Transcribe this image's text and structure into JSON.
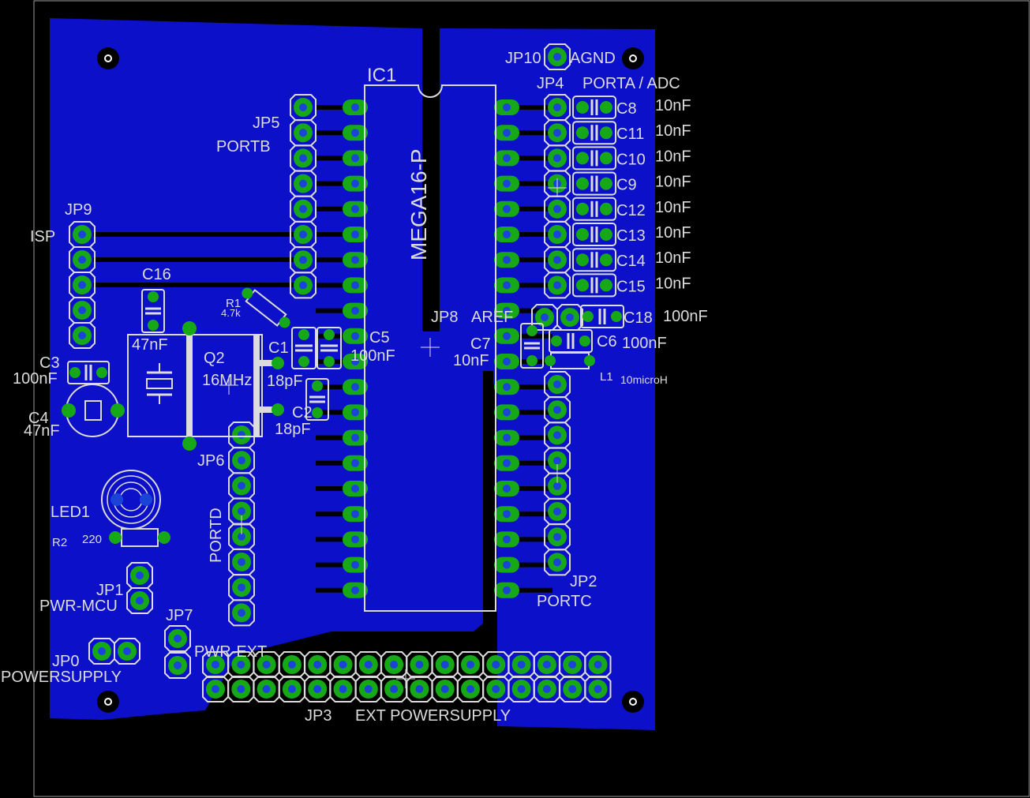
{
  "labels": {
    "ic1": "IC1",
    "ic1_part": "MEGA16-P",
    "jp10": "JP10",
    "agnd": "AGND",
    "jp4": "JP4",
    "porta_adc": "PORTA / ADC",
    "jp5": "JP5",
    "portb": "PORTB",
    "jp9": "JP9",
    "isp": "ISP",
    "c16": "C16",
    "c16_val": "47nF",
    "r1": "R1",
    "r1_val": "4.7k",
    "q2": "Q2",
    "q2_val": "16MHz",
    "c1": "C1",
    "c1_val": "18pF",
    "c2": "C2",
    "c2_val": "18pF",
    "c5": "C5",
    "c5_val": "100nF",
    "c3": "C3",
    "c3_val": "100nF",
    "c4": "C4",
    "c4_val": "47nF",
    "jp6": "JP6",
    "portd": "PORTD",
    "led1": "LED1",
    "r2": "R2",
    "r2_val": "220",
    "jp1": "JP1",
    "pwr_mcu": "PWR-MCU",
    "jp7": "JP7",
    "pwr_ext": "PWR-EXT",
    "jp0": "JP0",
    "powersupply": "POWERSUPPLY",
    "jp3": "JP3",
    "ext_powersupply": "EXT POWERSUPPLY",
    "jp8": "JP8",
    "aref": "AREF",
    "c7": "C7",
    "c7_val": "10nF",
    "c6": "C6",
    "c6_val": "100nF",
    "c18": "C18",
    "c18_val": "100nF",
    "l1": "L1",
    "l1_val": "10microH",
    "jp2": "JP2",
    "portc": "PORTC"
  },
  "adc_caps": [
    {
      "name": "C8",
      "value": "10nF"
    },
    {
      "name": "C11",
      "value": "10nF"
    },
    {
      "name": "C10",
      "value": "10nF"
    },
    {
      "name": "C9",
      "value": "10nF"
    },
    {
      "name": "C12",
      "value": "10nF"
    },
    {
      "name": "C13",
      "value": "10nF"
    },
    {
      "name": "C14",
      "value": "10nF"
    },
    {
      "name": "C15",
      "value": "10nF"
    }
  ],
  "colors": {
    "background": "#000000",
    "copper_pour": "#0c10c8",
    "trace": "#000000",
    "pad": "#16a816",
    "drill": "#1a44d8",
    "silkscreen": "#dcdcdc",
    "outline": "#9a9a9a"
  }
}
